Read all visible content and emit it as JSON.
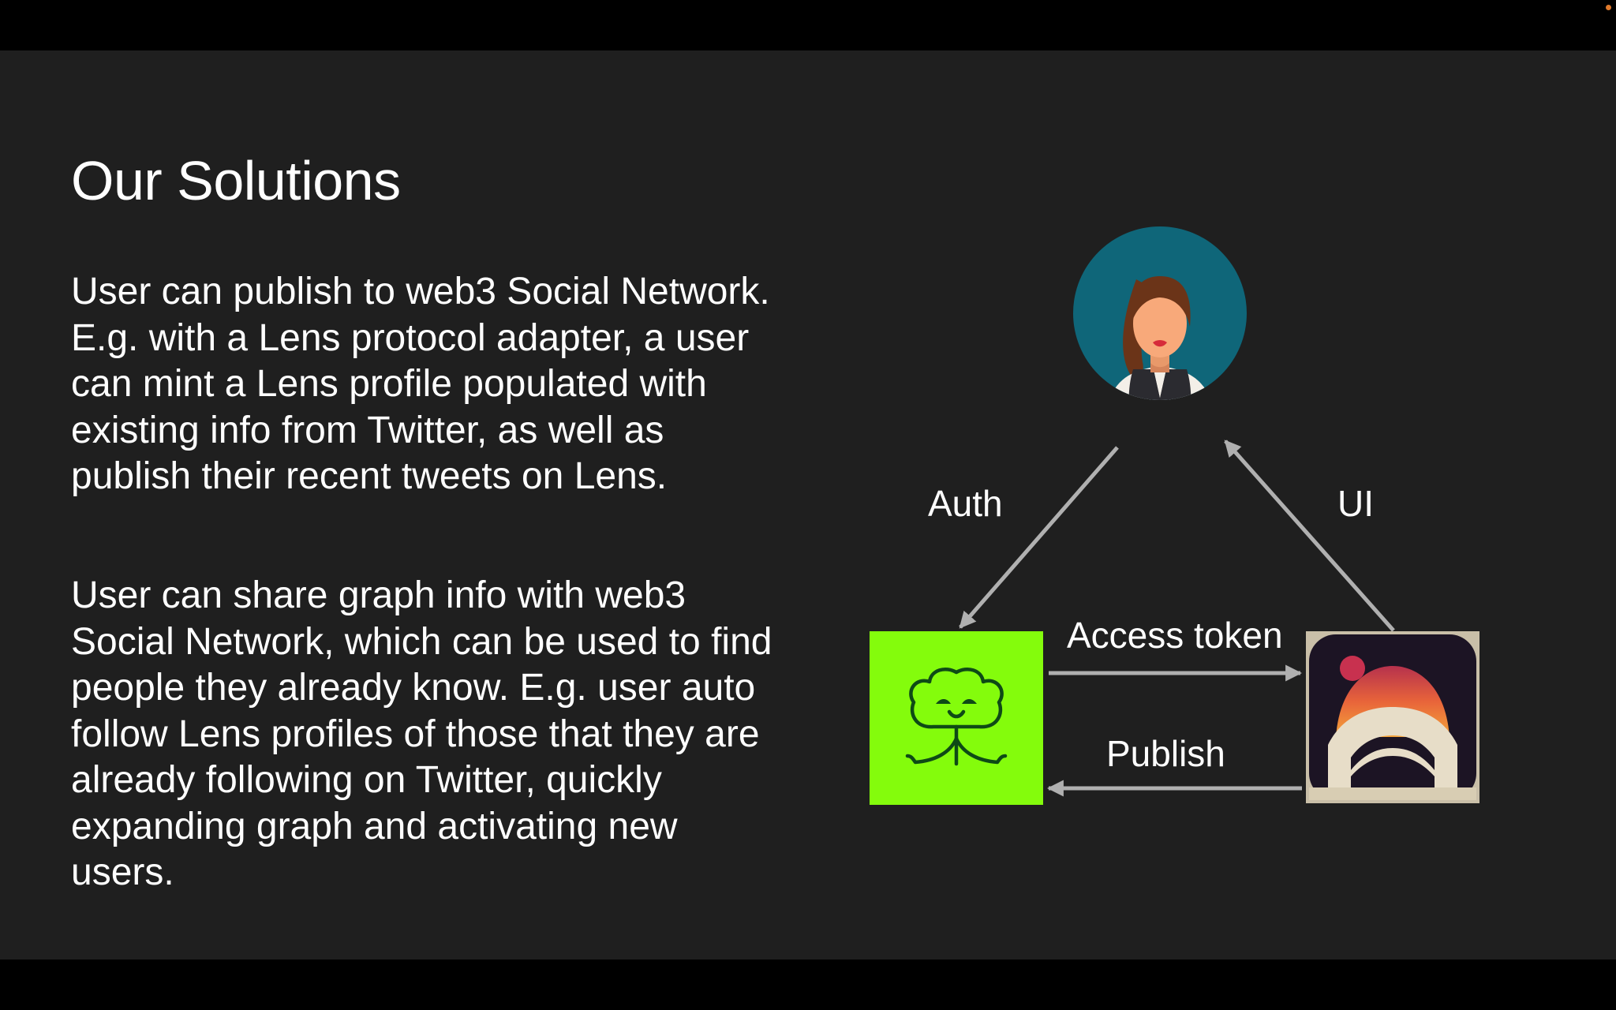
{
  "slide": {
    "title": "Our Solutions",
    "paragraphs": [
      "User can publish to web3 Social Network. E.g. with a Lens protocol adapter, a user can mint a Lens profile populated with existing info from Twitter, as well as publish their recent tweets on Lens.",
      "User can share graph info with web3 Social Network, which can be used to find people they already know. E.g. user auto follow Lens profiles of those that they are already following on Twitter, quickly expanding graph and activating new users."
    ]
  },
  "diagram": {
    "nodes": {
      "user": {
        "icon": "user-avatar-icon"
      },
      "lens": {
        "icon": "lens-protocol-logo-icon",
        "color": "#84fc0c"
      },
      "app": {
        "icon": "app-logo-icon"
      }
    },
    "edges": {
      "auth": "Auth",
      "ui": "UI",
      "access_token": "Access token",
      "publish": "Publish"
    },
    "arrow_color": "#b0b0b0"
  },
  "colors": {
    "background": "#1f1f1f",
    "letterbox": "#000000",
    "text": "#ffffff",
    "avatar_bg": "#0f6679",
    "lens_green": "#84fc0c"
  }
}
